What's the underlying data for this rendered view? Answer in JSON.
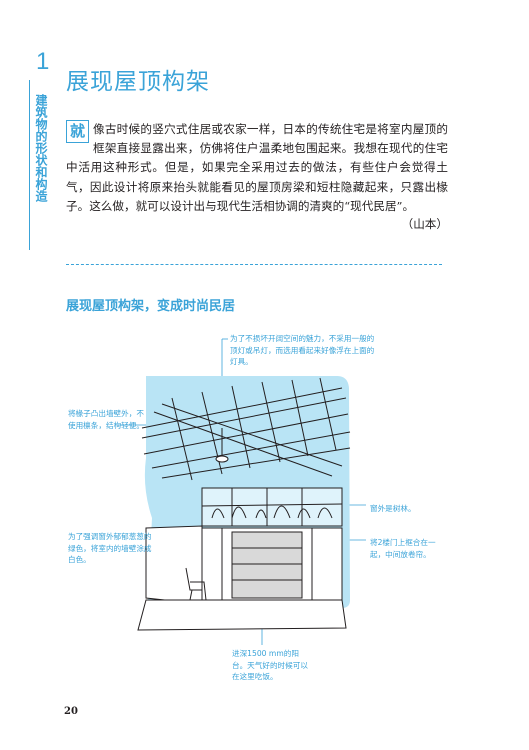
{
  "chapter": {
    "number": "1",
    "name": "建筑物的形状和构造"
  },
  "title": "展现屋顶构架",
  "intro": {
    "drop_cap": "就",
    "text": "像古时候的竖穴式住居或农家一样，日本的传统住宅是将室内屋顶的框架直接显露出来，仿佛将住户温柔地包围起来。我想在现代的住宅中活用这种形式。但是，如果完全采用过去的做法，有些住户会觉得土气，因此设计将原来抬头就能看见的屋顶房梁和短柱隐藏起来，只露出椽子。这么做，就可以设计出与现代生活相协调的清爽的“现代民居”。",
    "author": "（山本）"
  },
  "subtitle": "展现屋顶构架，变成时尚民居",
  "callouts": {
    "lighting": "为了不损坏开阔空间的魅力，不采用一般的顶灯或吊灯，而选用看起来好像浮在上面的灯具。",
    "rafters": "将椽子凸出墙壁外，不使用檩条，结构轻便。",
    "trees": "窗外是树林。",
    "pillars": "为了强调窗外郁郁葱葱的绿色，将室内的墙壁涂成白色。",
    "sliding": "将2楼门上框合在一起，中间放卷帘。",
    "deck": "进深1500 mm的阳台。天气好的时候可以在这里吃饭。"
  },
  "colors": {
    "accent": "#3aa3d8",
    "illustration_fill": "#b9e4f5",
    "line": "#231f20"
  },
  "page_number": "20"
}
